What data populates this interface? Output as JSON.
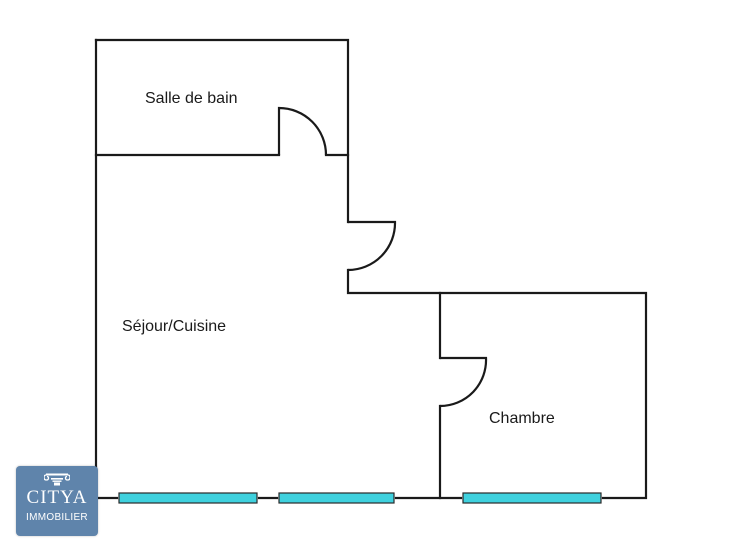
{
  "plan": {
    "rooms": [
      {
        "id": "bathroom",
        "label": "Salle de bain"
      },
      {
        "id": "living",
        "label": "Séjour/Cuisine"
      },
      {
        "id": "bedroom",
        "label": "Chambre"
      }
    ]
  },
  "logo": {
    "brand": "CITYA",
    "tagline": "IMMOBILIER",
    "icon": "column-capital-icon"
  },
  "colors": {
    "wall": "#1a1a1a",
    "window": "#3fd1de",
    "logo_background": "#5f84ab",
    "background": "#ffffff"
  }
}
